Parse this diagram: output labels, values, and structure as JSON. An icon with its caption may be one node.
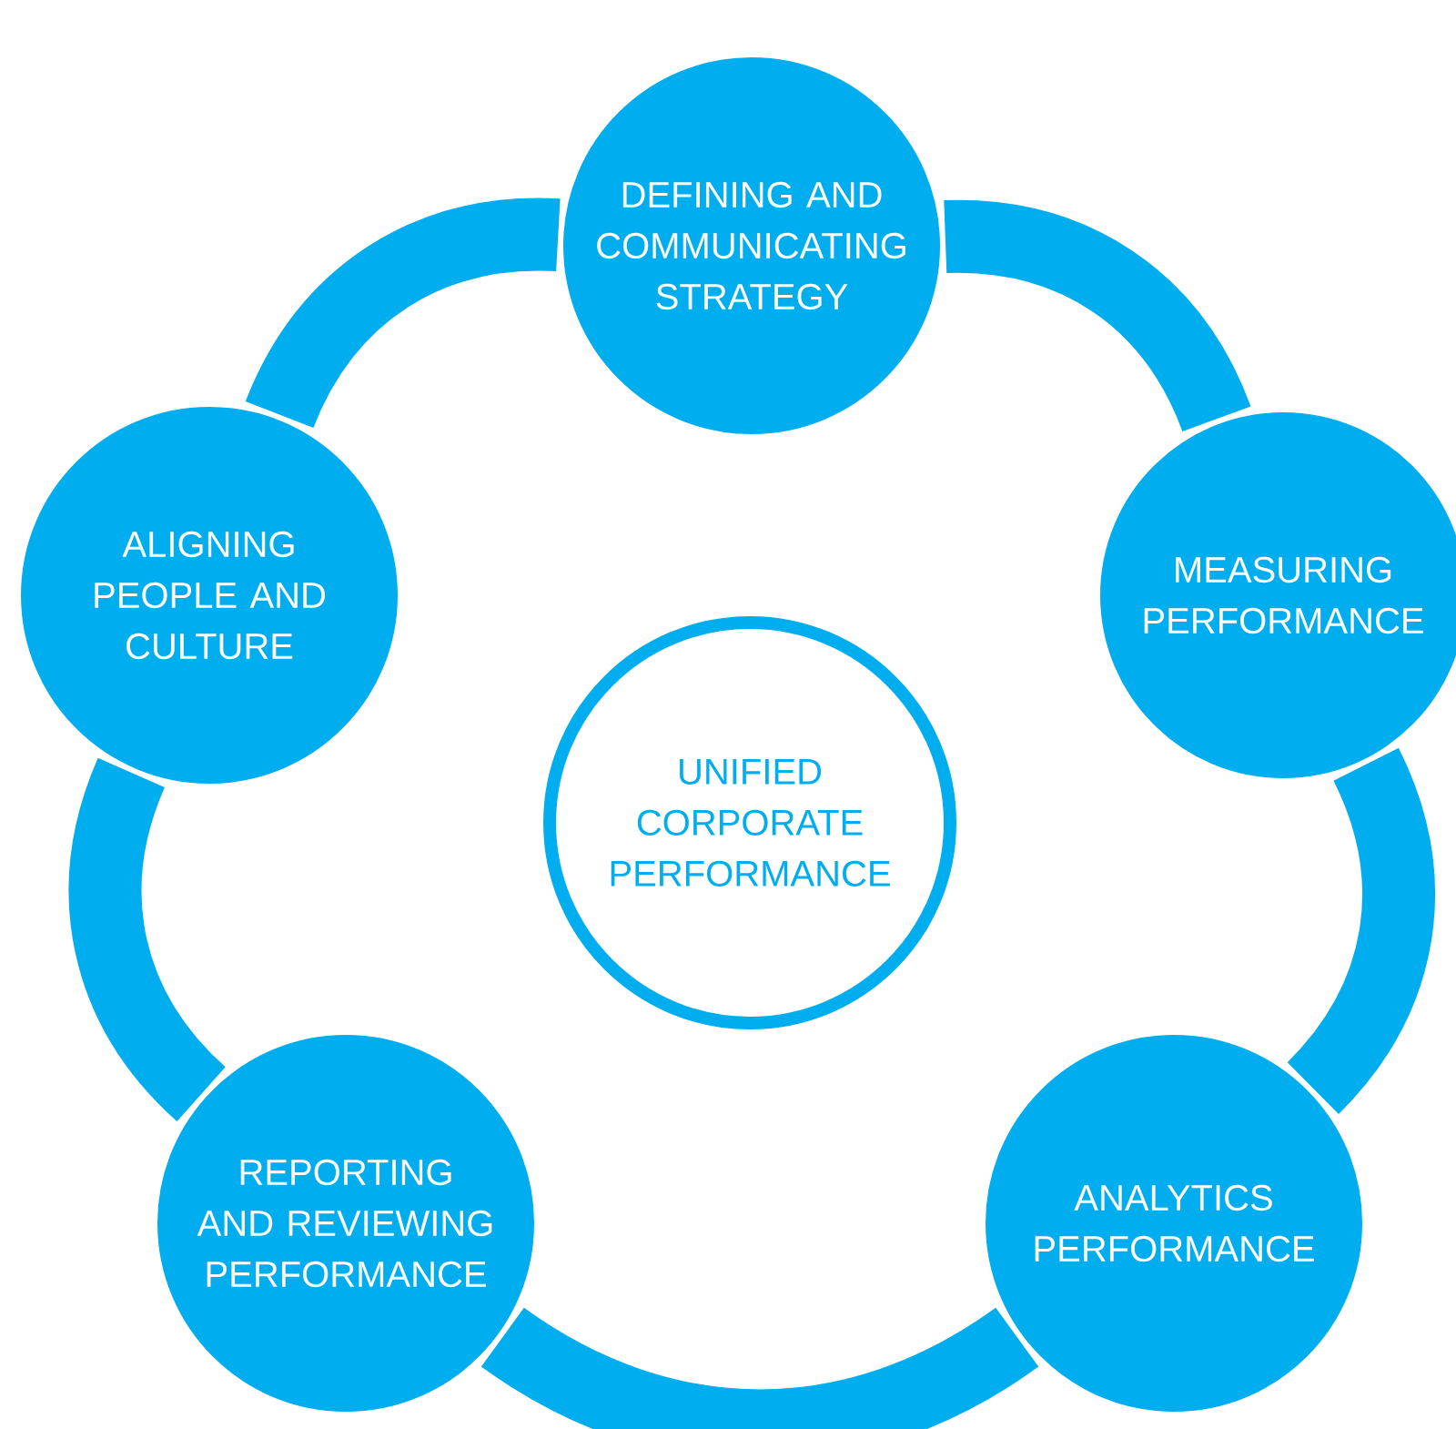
{
  "diagram": {
    "nodes": [
      {
        "text": [
          "DEFINING AND COMMUNICATING STRATEGY"
        ]
      },
      {
        "text": [
          "MEASURING PERFORMANCE"
        ]
      },
      {
        "text": [
          "ANALYTICS PERFORMANCE"
        ]
      },
      {
        "text": [
          "REPORTING AND REVIEWING PERFORMANCE"
        ]
      },
      {
        "text": [
          "ALIGNING PEOPLE AND CULTURE"
        ]
      },
      {
        "text": [
          "UNIFIED CORPORATE PERFORMANCE"
        ]
      }
    ],
    "edges": [
      {
        "from": 0,
        "to": 1,
        "arrow": "none"
      },
      {
        "from": 1,
        "to": 2,
        "arrow": "none"
      },
      {
        "from": 2,
        "to": 3,
        "arrow": "none"
      },
      {
        "from": 3,
        "to": 4,
        "arrow": "none"
      },
      {
        "from": 4,
        "to": 0,
        "arrow": "none"
      }
    ]
  }
}
